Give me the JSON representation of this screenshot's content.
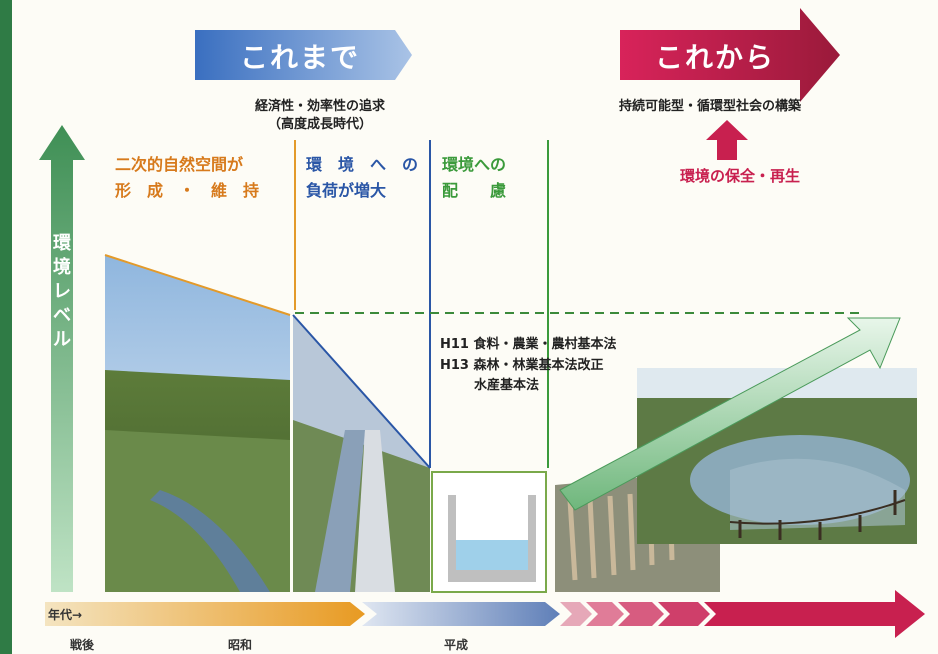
{
  "header_past": {
    "label": "これまで",
    "subtitle_line1": "経済性・効率性の追求",
    "subtitle_line2": "（高度成長時代）"
  },
  "header_future": {
    "label": "これから",
    "subtitle": "持続可能型・循環型社会の構築",
    "goal": "環境の保全・再生"
  },
  "y_axis_label": [
    "環",
    "境",
    "レ",
    "ベ",
    "ル"
  ],
  "stages": [
    {
      "line1": "二次的自然空間が",
      "line2": "形　成　・　維　持",
      "color": "#d77a1c"
    },
    {
      "line1": "環　境　へ　の",
      "line2": "負荷が増大",
      "color": "#2a56a6"
    },
    {
      "line1": "環境への",
      "line2": "配　　慮",
      "color": "#3b9a3b"
    }
  ],
  "laws": {
    "line1": "H11 食料・農業・農村基本法",
    "line2": "H13 森林・林業基本法改正",
    "line3": "水産基本法"
  },
  "timeline": {
    "label": "年代→",
    "eras": [
      "戦後",
      "昭和",
      "平成"
    ]
  },
  "colors": {
    "green": "#4a9a5a",
    "blue": "#3f6bb5",
    "magenta": "#c8204f",
    "orange": "#e39a2a"
  }
}
